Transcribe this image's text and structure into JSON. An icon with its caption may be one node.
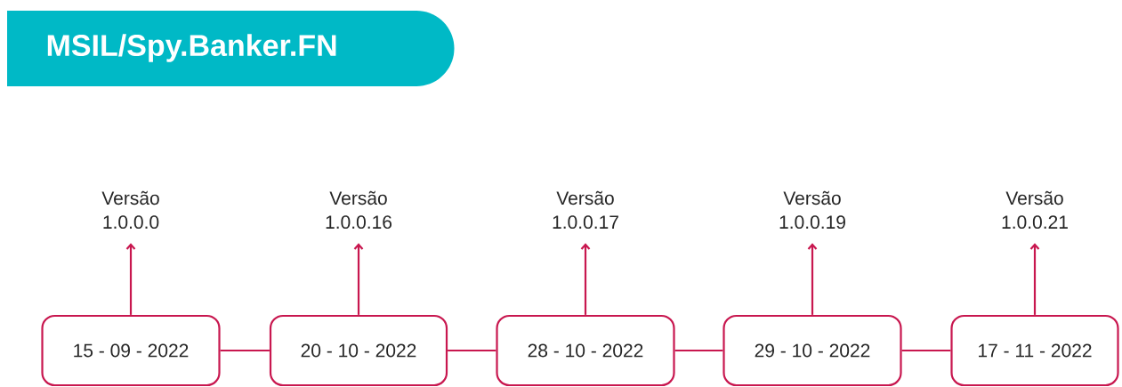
{
  "diagram": {
    "nodes": [
      {
        "text": [
          "MSIL/Spy.Banker.FN"
        ]
      },
      {
        "text": [
          "15 - 09 - 2022"
        ]
      },
      {
        "text": [
          "20 - 10 - 2022"
        ]
      },
      {
        "text": [
          "28 - 10 - 2022"
        ]
      },
      {
        "text": [
          "29 - 10 - 2022"
        ]
      },
      {
        "text": [
          "17 - 11 - 2022"
        ]
      },
      {
        "text": [
          "Versão 1.0.0.0"
        ]
      },
      {
        "text": [
          "Versão 1.0.0.16"
        ]
      },
      {
        "text": [
          "Versão 1.0.0.17"
        ]
      },
      {
        "text": [
          "Versão 1.0.0.19"
        ]
      },
      {
        "text": [
          "Versão 1.0.0.21"
        ]
      }
    ],
    "edges": [
      {
        "from": 1,
        "to": 2,
        "arrow": "none"
      },
      {
        "from": 2,
        "to": 3,
        "arrow": "none"
      },
      {
        "from": 3,
        "to": 4,
        "arrow": "none"
      },
      {
        "from": 4,
        "to": 5,
        "arrow": "none"
      },
      {
        "from": 1,
        "to": 6,
        "arrow": "to"
      },
      {
        "from": 2,
        "to": 7,
        "arrow": "to"
      },
      {
        "from": 3,
        "to": 8,
        "arrow": "to"
      },
      {
        "from": 4,
        "to": 9,
        "arrow": "to"
      },
      {
        "from": 5,
        "to": 10,
        "arrow": "to"
      }
    ]
  }
}
